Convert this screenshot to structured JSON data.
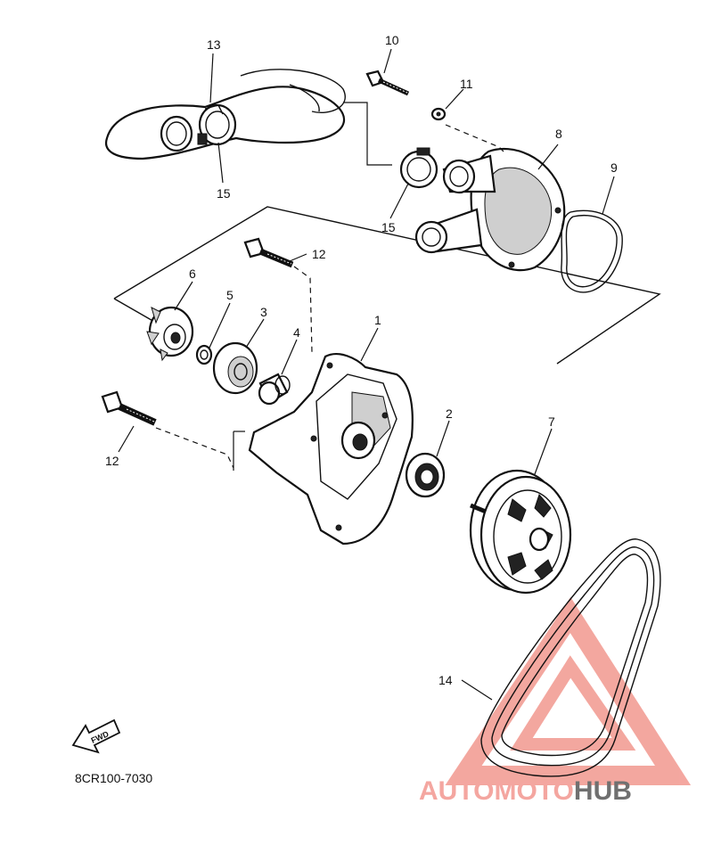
{
  "diagram": {
    "drawing_code": "8CR100-7030",
    "arrow_text": "FWD",
    "part_labels": [
      "1",
      "2",
      "3",
      "4",
      "5",
      "6",
      "7",
      "8",
      "9",
      "10",
      "11",
      "12",
      "12",
      "13",
      "14",
      "15",
      "15"
    ]
  },
  "watermark": {
    "part1": "AUTO",
    "part2": "MOTO",
    "part3": "HUB",
    "color_primary": "#f4a6a0",
    "color_dark": "#707070"
  }
}
